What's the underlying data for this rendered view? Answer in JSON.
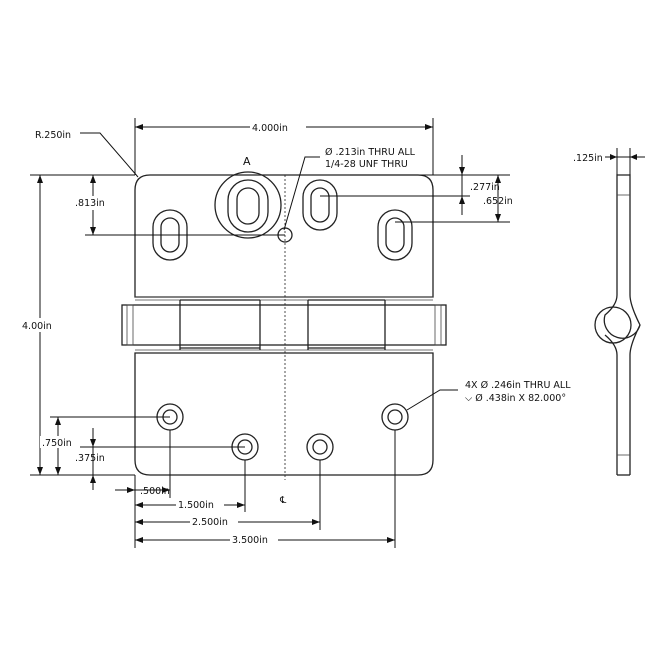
{
  "drawing": {
    "view_label": "A",
    "centerline_symbol": "℄",
    "radius_label": "R.250in",
    "overall_width": "4.000in",
    "overall_height": "4.00in",
    "thickness": ".125in",
    "top_hole_offset": ".813in",
    "slot_offset": ".277in",
    "slot_spacing": ".652in",
    "small_hole_note": [
      "Ø .213in THRU ALL",
      "1/4-28 UNF  THRU"
    ],
    "countersink_note": [
      "4X  Ø .246in THRU ALL",
      "⌵  Ø .438in X 82.000°"
    ],
    "bottom_hole_offset_1": ".750in",
    "bottom_hole_offset_2": ".375in",
    "horiz_dims": [
      ".500in",
      "1.500in",
      "2.500in",
      "3.500in"
    ]
  }
}
